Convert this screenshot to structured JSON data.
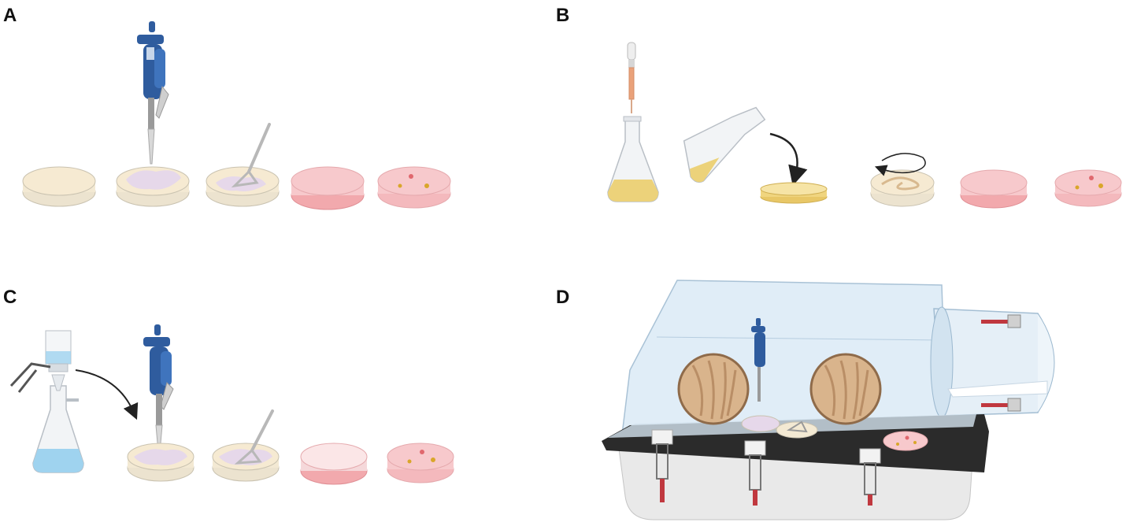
{
  "panels": {
    "a": {
      "label": "A"
    },
    "b": {
      "label": "B"
    },
    "c": {
      "label": "C"
    },
    "d": {
      "label": "D"
    }
  },
  "colors": {
    "agar_cream": "#f6ead2",
    "agar_pink": "#f7c9cc",
    "inoculum_lilac": "#e6d8ea",
    "pipette_blue": "#2f5c9e",
    "medium_yellow": "#ecd27a",
    "filter_blue": "#9fd3ef",
    "chamber_glass": "#dbeaf6",
    "chamber_base": "#2b2b2b",
    "glove_tan": "#d9b48c",
    "colony_yellow": "#d9a62a",
    "colony_red": "#e0686e",
    "clamp_red": "#c0383f"
  },
  "icons": [
    "micropipette-icon",
    "petri-dish-icon",
    "cell-spreader-icon",
    "erlenmeyer-flask-icon",
    "pasteur-pipette-icon",
    "swirl-arrow-icon",
    "vacuum-filtration-icon",
    "anaerobic-chamber-icon",
    "glove-port-icon"
  ]
}
